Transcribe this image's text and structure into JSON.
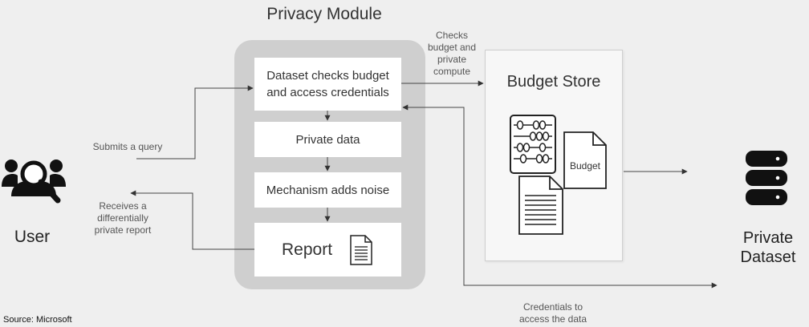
{
  "title": "Privacy Module",
  "user": {
    "label": "User",
    "icon": "users-search-icon"
  },
  "module": {
    "steps": [
      {
        "label": "Dataset checks budget and access credentials"
      },
      {
        "label": "Private data"
      },
      {
        "label": "Mechanism adds noise"
      },
      {
        "label": "Report",
        "icon": "document-icon"
      }
    ]
  },
  "edges": {
    "submit": "Submits a query",
    "receive": "Receives a differentially private report",
    "checks": "Checks budget and private compute",
    "credentials": "Credentials to access the data"
  },
  "budget_store": {
    "title": "Budget Store",
    "doc_label": "Budget",
    "icons": [
      "abacus-icon",
      "document-icon"
    ]
  },
  "dataset": {
    "label": "Private Dataset",
    "icon": "database-icon"
  },
  "source": "Source: Microsoft"
}
